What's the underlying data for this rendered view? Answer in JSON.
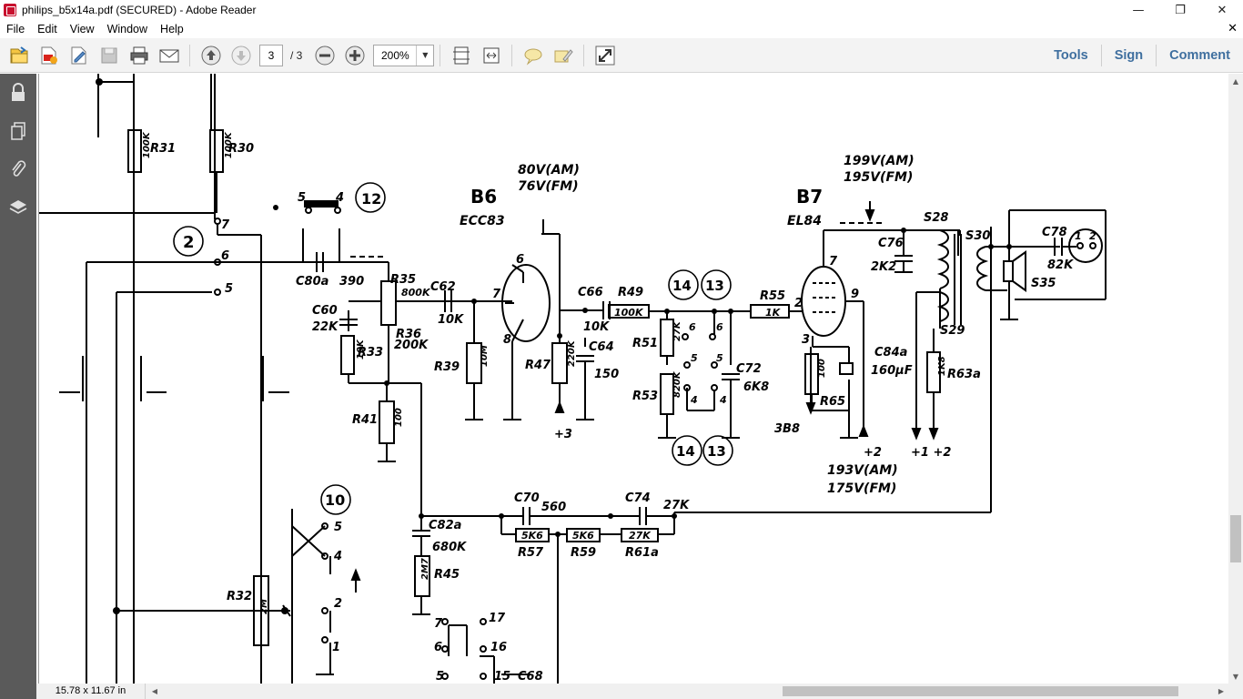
{
  "window": {
    "title": "philips_b5x14a.pdf (SECURED) - Adobe Reader",
    "minimize_glyph": "—",
    "restore_glyph": "❐",
    "close_glyph": "✕"
  },
  "menu": {
    "items": [
      "File",
      "Edit",
      "View",
      "Window",
      "Help"
    ],
    "close_glyph": "✕"
  },
  "toolbar": {
    "page_current": "3",
    "page_total": "/ 3",
    "zoom": "200%",
    "zoom_arrow": "▼",
    "links": [
      "Tools",
      "Sign",
      "Comment"
    ],
    "link_color": "#3f6f9f"
  },
  "status": {
    "page_size": "15.78 x 11.67 in"
  },
  "scrollbars": {
    "up": "▲",
    "down": "▼",
    "left": "◀",
    "right": "▶",
    "vertical_position": 0.72,
    "horizontal_position": 0.66
  },
  "schematic": {
    "labels": {
      "r31": "R31",
      "r30": "R30",
      "r31_val": "100K",
      "r30_val": "100K",
      "sw12_5": "5",
      "sw12_4": "4",
      "sw12": "12",
      "sw2": "2",
      "sw2_7": "7",
      "sw2_6": "6",
      "sw2_5": "5",
      "c80a": "C80a",
      "c80a_val": "390",
      "b6": "B6",
      "ecc83": "ECC83",
      "v80": "80V(AM)",
      "v76": "76V(FM)",
      "r35": "R35",
      "r35_val": "800K",
      "c62": "C62",
      "c62_val": "10K",
      "c60": "C60",
      "c60_val": "22K",
      "r33": "R33",
      "r33_val": "10K",
      "r36": "R36",
      "r36_val": "200K",
      "r41": "R41",
      "r41_val": "100",
      "r39": "R39",
      "r39_val": "10M",
      "b6_pin6": "6",
      "b6_pin7": "7",
      "b6_pin8": "8",
      "r47": "R47",
      "r47_val": "220K",
      "c64": "C64",
      "c64_val": "150",
      "plus3": "+3",
      "c66": "C66",
      "c66_val": "10K",
      "r49": "R49",
      "r49_val": "100K",
      "sw14": "14",
      "sw13": "13",
      "sw14b": "14",
      "sw13b": "13",
      "r51": "R51",
      "r51_val": "27K",
      "r53": "R53",
      "r53_val": "820K",
      "c72": "C72",
      "c72_val": "6K8",
      "s6a": "6",
      "s6b": "6",
      "s5a": "5",
      "s5b": "5",
      "s4a": "4",
      "s4b": "4",
      "r55": "R55",
      "r55_val": "1K",
      "b7": "B7",
      "el84": "EL84",
      "v199": "199V(AM)",
      "v195": "195V(FM)",
      "b7_pin2": "2",
      "b7_pin9": "9",
      "b7_pin7": "7",
      "b7_pin3": "3",
      "c76": "C76",
      "c76_val": "2K2",
      "c84a": "C84a",
      "c84a_val": "160µF",
      "r65_val": "100",
      "r65": "R65",
      "b3b8": "3B8",
      "plus2": "+2",
      "v193": "193V(AM)",
      "v175": "175V(FM)",
      "s28": "S28",
      "s29": "S29",
      "s30": "S30",
      "s35": "S35",
      "r63a": "R63a",
      "r63a_val": "1K8",
      "plus1_2": "+1 +2",
      "c78": "C78",
      "c78_val": "82K",
      "s35_1": "1",
      "s35_2": "2",
      "sw10": "10",
      "sw10_5": "5",
      "sw10_4": "4",
      "sw10_2": "2",
      "sw10_1": "1",
      "c82a": "C82a",
      "c82a_val": "680K",
      "r45": "R45",
      "r45_val": "2M7",
      "c70": "C70",
      "c70_val": "560",
      "c74": "C74",
      "c74_val": "27K",
      "r57": "R57",
      "r57_val": "5K6",
      "r59": "R59",
      "r59_val": "5K6",
      "r61a": "R61a",
      "r61a_val": "27K",
      "r32": "R32",
      "r32_val": "2M",
      "c68": "C68",
      "s7": "7",
      "s17": "17",
      "s6c": "6",
      "s16": "16",
      "s5c": "5",
      "s15": "15"
    }
  }
}
